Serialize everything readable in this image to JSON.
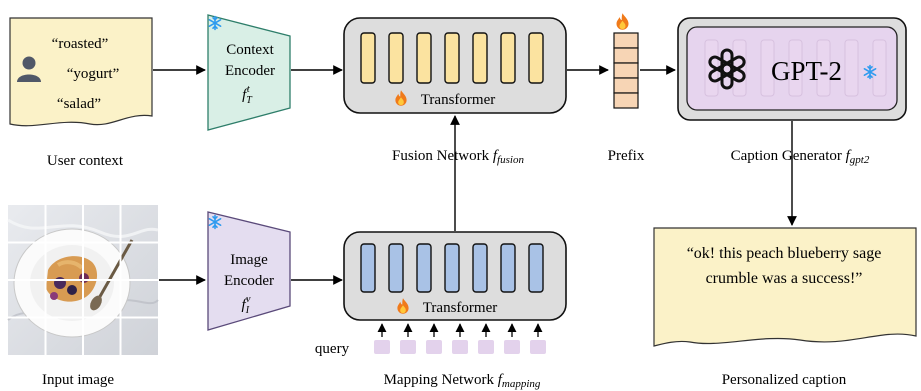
{
  "user_context": {
    "words": [
      "“roasted”",
      "“yogurt”",
      "“salad”"
    ],
    "caption": "User context",
    "icon": "user-icon"
  },
  "context_encoder": {
    "line1": "Context",
    "line2": "Encoder",
    "symbol": "f",
    "sub": "T",
    "sup": "t",
    "frozen_icon": "snowflake-icon"
  },
  "image_encoder": {
    "line1": "Image",
    "line2": "Encoder",
    "symbol": "f",
    "sub": "I",
    "sup": "v",
    "frozen_icon": "snowflake-icon"
  },
  "fusion_network": {
    "transformer_label": "Transformer",
    "caption": "Fusion Network ",
    "symbol": "f",
    "sub": "fusion",
    "trainable_icon": "fire-icon"
  },
  "mapping_network": {
    "transformer_label": "Transformer",
    "caption": "Mapping Network ",
    "symbol": "f",
    "sub": "mapping",
    "query_label": "query",
    "trainable_icon": "fire-icon"
  },
  "prefix": {
    "caption": "Prefix",
    "trainable_icon": "fire-icon"
  },
  "caption_generator": {
    "model_label": "GPT-2",
    "logo": "openai-logo-icon",
    "caption": "Caption Generator ",
    "symbol": "f",
    "sub": "gpt2",
    "frozen_icon": "snowflake-icon"
  },
  "input_image": {
    "caption": "Input image"
  },
  "output": {
    "line1": "“ok! this peach blueberry sage",
    "line2": "crumble was a success!”",
    "caption": "Personalized caption"
  },
  "colors": {
    "context_box": "#FBF2C8",
    "context_encoder": "#D9EFE6",
    "context_encoder_stroke": "#2E7E6A",
    "image_encoder": "#E4DDF0",
    "transformer_box": "#DDDDDD",
    "token_yellow": "#FBE3A0",
    "token_blue": "#A9C2E6",
    "prefix": "#F7D5B5",
    "gpt_outer": "#DDDDDD",
    "gpt_inner": "#E6D4EE",
    "query": "#E3D2EC",
    "snowflake": "#2E9BEF",
    "fire": "#F07A1A"
  }
}
